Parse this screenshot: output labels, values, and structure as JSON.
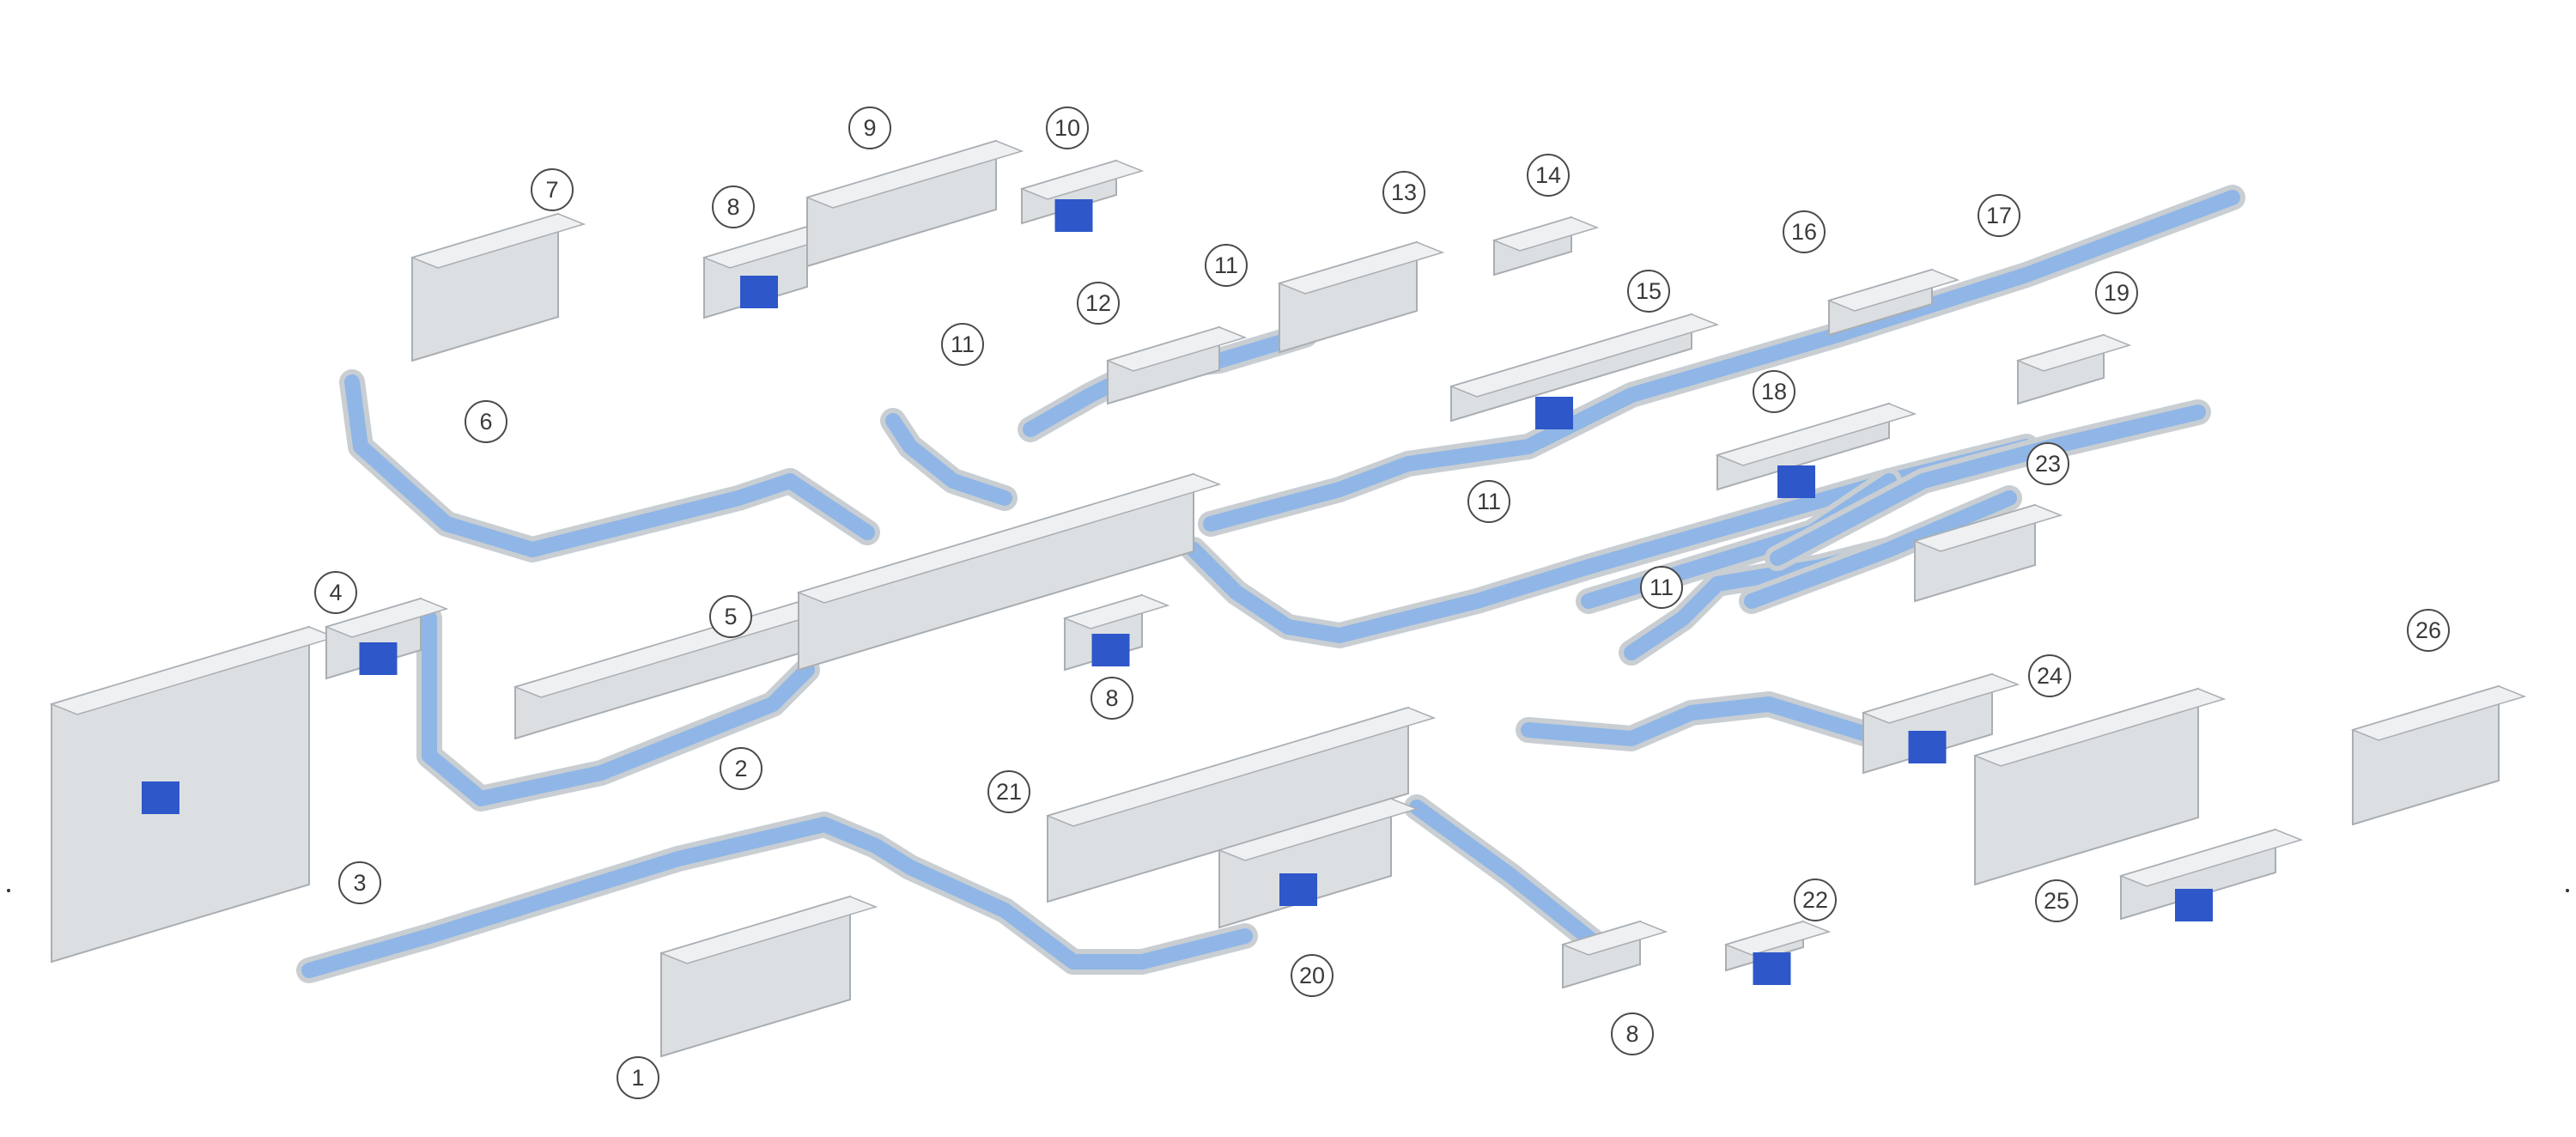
{
  "colors": {
    "conveyor_belt": "#8fb6e6",
    "conveyor_frame": "#c9ced3",
    "machine_steel": "#dcdfe2",
    "machine_shadow": "#a9aeb3",
    "product_bin": "#2e57c9",
    "callout_border": "#4a4a4a"
  },
  "stations": [
    {
      "label": "1",
      "icon": "packing-machine"
    },
    {
      "label": "2",
      "icon": "gantry-frame"
    },
    {
      "label": "3",
      "icon": "multihead-batcher"
    },
    {
      "label": "4",
      "icon": "incline-conveyor"
    },
    {
      "label": "5",
      "icon": "long-processing-line"
    },
    {
      "label": "6",
      "icon": "conveyor-bend"
    },
    {
      "label": "7",
      "icon": "hopper-loader"
    },
    {
      "label": "8",
      "icon": "grinder"
    },
    {
      "label": "9",
      "icon": "mixer"
    },
    {
      "label": "10",
      "icon": "product-bins"
    },
    {
      "label": "11",
      "icon": "transfer-unit"
    },
    {
      "label": "12",
      "icon": "former"
    },
    {
      "label": "13",
      "icon": "oven"
    },
    {
      "label": "14",
      "icon": "small-unit"
    },
    {
      "label": "15",
      "icon": "spiral-elevator"
    },
    {
      "label": "16",
      "icon": "slicer"
    },
    {
      "label": "17",
      "icon": "end-conveyor"
    },
    {
      "label": "18",
      "icon": "coater"
    },
    {
      "label": "19",
      "icon": "freezer-box"
    },
    {
      "label": "20",
      "icon": "cabinet"
    },
    {
      "label": "21",
      "icon": "thermoformer"
    },
    {
      "label": "22",
      "icon": "dosing-unit"
    },
    {
      "label": "23",
      "icon": "fryer"
    },
    {
      "label": "24",
      "icon": "feed-hopper"
    },
    {
      "label": "25",
      "icon": "portioner"
    },
    {
      "label": "26",
      "icon": "tumbler"
    }
  ]
}
